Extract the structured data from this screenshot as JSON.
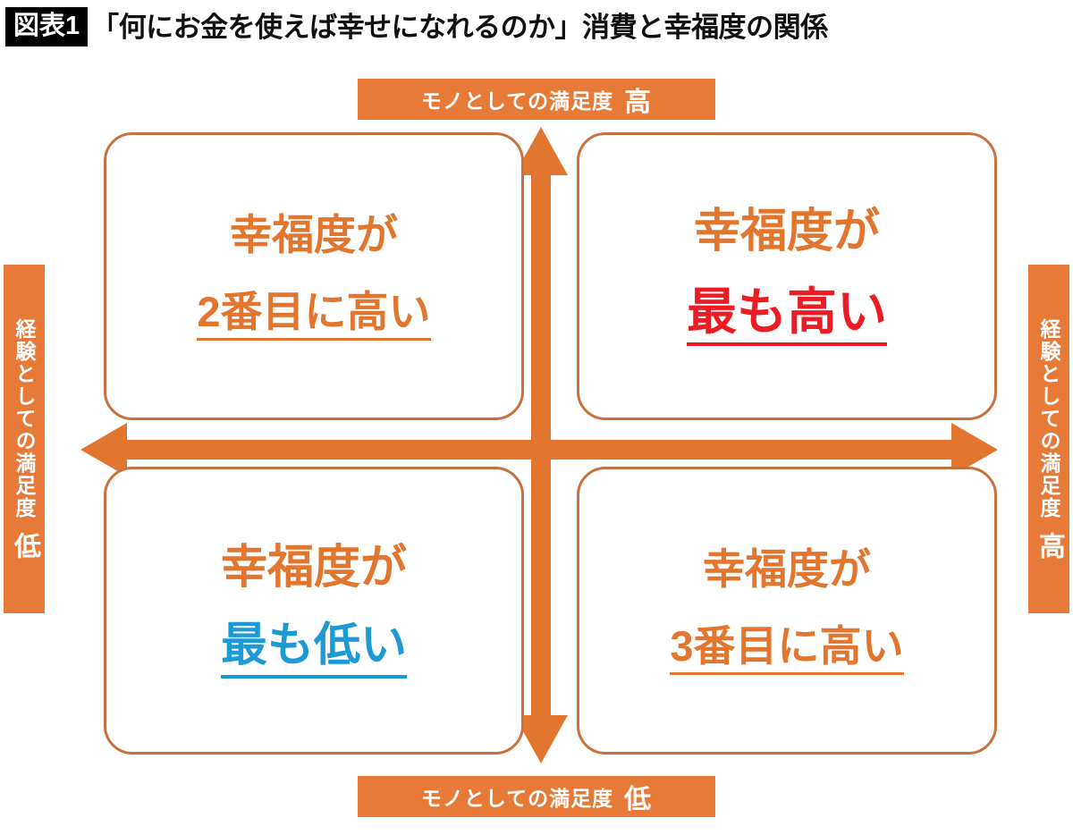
{
  "title": {
    "badge": "図表1",
    "text": "「何にお金を使えば幸せになれるのか」消費と幸福度の関係"
  },
  "axes": {
    "top": {
      "label": "モノとしての満足度",
      "level": "高"
    },
    "bottom": {
      "label": "モノとしての満足度",
      "level": "低"
    },
    "left": {
      "label": "経験としての満足度",
      "level": "低"
    },
    "right": {
      "label": "経験としての満足度",
      "level": "高"
    }
  },
  "quadrants": {
    "top_left": {
      "line1": "幸福度が",
      "line2": "2番目に高い",
      "color": "#E2762F"
    },
    "top_right": {
      "line1": "幸福度が",
      "line2": "最も高い",
      "color": "#ED1C24"
    },
    "bottom_left": {
      "line1": "幸福度が",
      "line2": "最も低い",
      "color": "#1B9AD6"
    },
    "bottom_right": {
      "line1": "幸福度が",
      "line2": "3番目に高い",
      "color": "#E2762F"
    }
  },
  "colors": {
    "banner_orange": "#E87A38",
    "axis_orange": "#E2762F",
    "box_border": "#C9703F",
    "red": "#ED1C24",
    "blue": "#1B9AD6",
    "badge_bg": "#000000"
  }
}
